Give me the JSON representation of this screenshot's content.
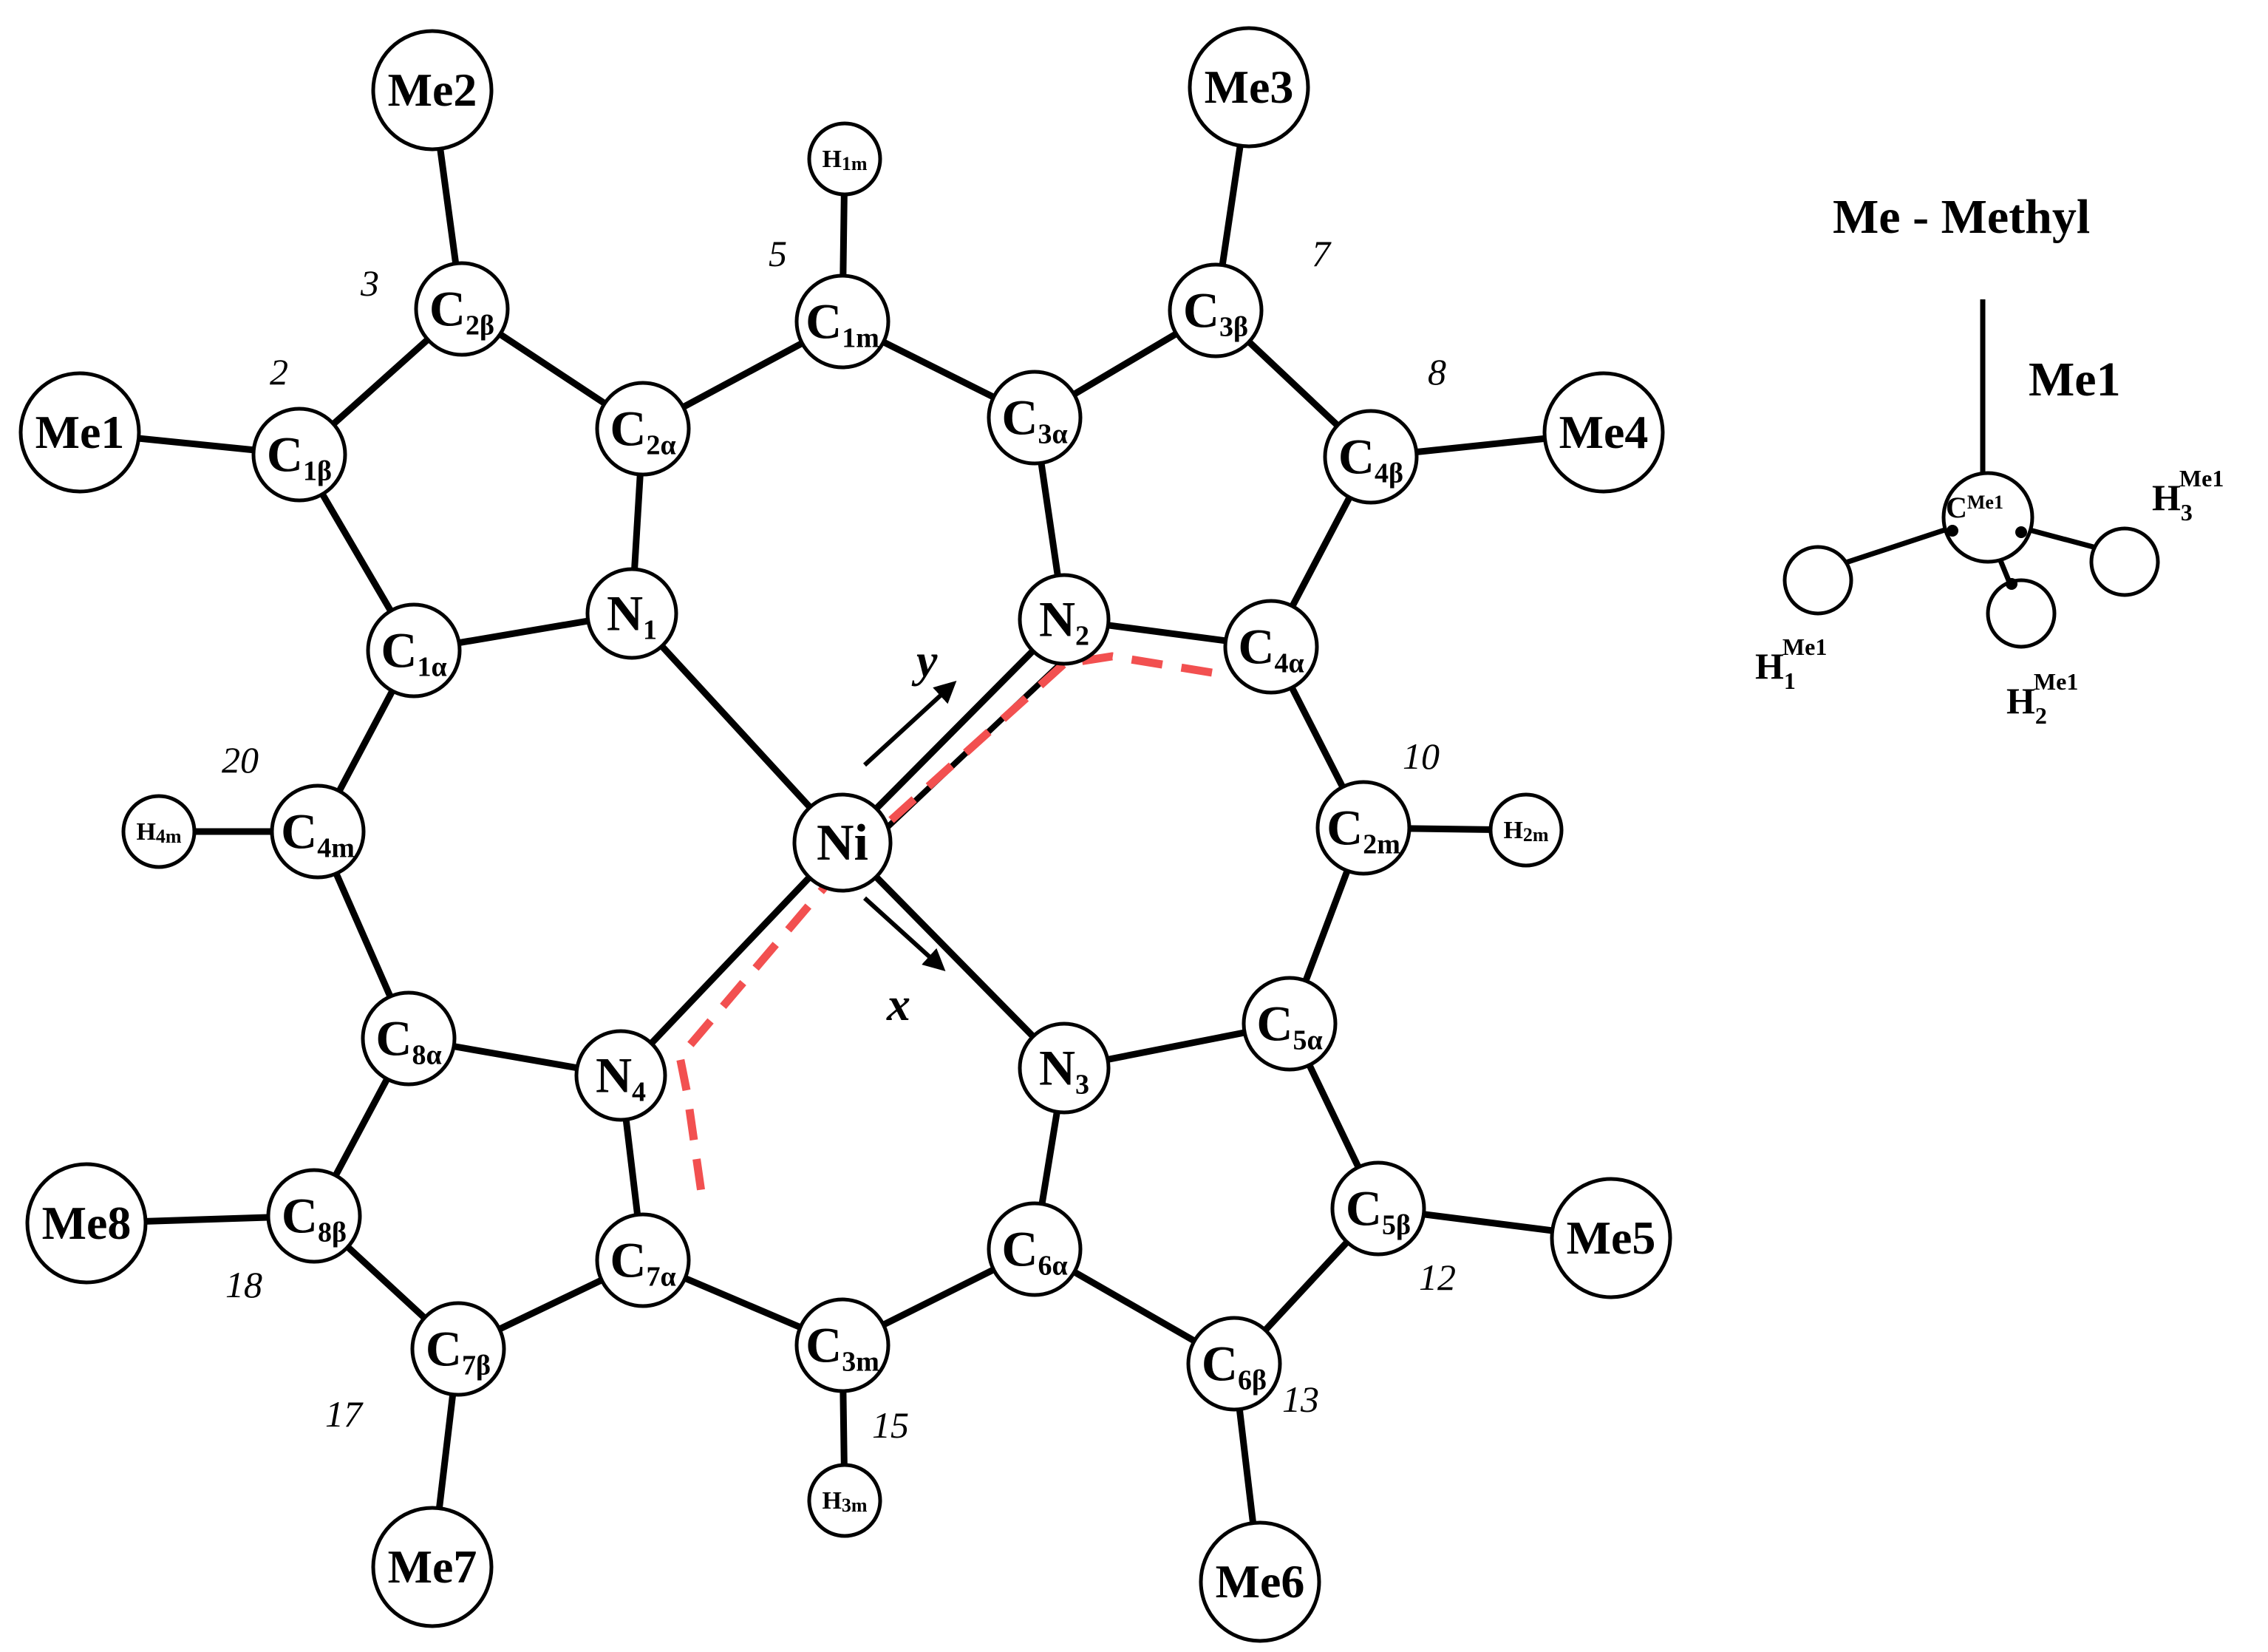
{
  "atoms": [
    {
      "id": "Ni",
      "label": "Ni",
      "sub": ""
    },
    {
      "id": "N1",
      "label": "N",
      "sub": "1"
    },
    {
      "id": "N2",
      "label": "N",
      "sub": "2"
    },
    {
      "id": "N3",
      "label": "N",
      "sub": "3"
    },
    {
      "id": "N4",
      "label": "N",
      "sub": "4"
    },
    {
      "id": "C1a",
      "label": "C",
      "sub": "1α"
    },
    {
      "id": "C2a",
      "label": "C",
      "sub": "2α"
    },
    {
      "id": "C3a",
      "label": "C",
      "sub": "3α"
    },
    {
      "id": "C4a",
      "label": "C",
      "sub": "4α"
    },
    {
      "id": "C5a",
      "label": "C",
      "sub": "5α"
    },
    {
      "id": "C6a",
      "label": "C",
      "sub": "6α"
    },
    {
      "id": "C7a",
      "label": "C",
      "sub": "7α"
    },
    {
      "id": "C8a",
      "label": "C",
      "sub": "8α"
    },
    {
      "id": "C1b",
      "label": "C",
      "sub": "1β"
    },
    {
      "id": "C2b",
      "label": "C",
      "sub": "2β"
    },
    {
      "id": "C3b",
      "label": "C",
      "sub": "3β"
    },
    {
      "id": "C4b",
      "label": "C",
      "sub": "4β"
    },
    {
      "id": "C5b",
      "label": "C",
      "sub": "5β"
    },
    {
      "id": "C6b",
      "label": "C",
      "sub": "6β"
    },
    {
      "id": "C7b",
      "label": "C",
      "sub": "7β"
    },
    {
      "id": "C8b",
      "label": "C",
      "sub": "8β"
    },
    {
      "id": "C1m",
      "label": "C",
      "sub": "1m"
    },
    {
      "id": "C2m",
      "label": "C",
      "sub": "2m"
    },
    {
      "id": "C3m",
      "label": "C",
      "sub": "3m"
    },
    {
      "id": "C4m",
      "label": "C",
      "sub": "4m"
    },
    {
      "id": "H1m",
      "label": "H",
      "sub": "1m"
    },
    {
      "id": "H2m",
      "label": "H",
      "sub": "2m"
    },
    {
      "id": "H3m",
      "label": "H",
      "sub": "3m"
    },
    {
      "id": "H4m",
      "label": "H",
      "sub": "4m"
    },
    {
      "id": "Me1",
      "label": "Me1",
      "sub": ""
    },
    {
      "id": "Me2",
      "label": "Me2",
      "sub": ""
    },
    {
      "id": "Me3",
      "label": "Me3",
      "sub": ""
    },
    {
      "id": "Me4",
      "label": "Me4",
      "sub": ""
    },
    {
      "id": "Me5",
      "label": "Me5",
      "sub": ""
    },
    {
      "id": "Me6",
      "label": "Me6",
      "sub": ""
    },
    {
      "id": "Me7",
      "label": "Me7",
      "sub": ""
    },
    {
      "id": "Me8",
      "label": "Me8",
      "sub": ""
    }
  ],
  "bonds": [
    [
      "Ni",
      "N1"
    ],
    [
      "Ni",
      "N2"
    ],
    [
      "Ni",
      "N3"
    ],
    [
      "Ni",
      "N4"
    ],
    [
      "N1",
      "C1a"
    ],
    [
      "N1",
      "C2a"
    ],
    [
      "N2",
      "C3a"
    ],
    [
      "N2",
      "C4a"
    ],
    [
      "N3",
      "C5a"
    ],
    [
      "N3",
      "C6a"
    ],
    [
      "N4",
      "C7a"
    ],
    [
      "N4",
      "C8a"
    ],
    [
      "C1a",
      "C1b"
    ],
    [
      "C1b",
      "C2b"
    ],
    [
      "C2b",
      "C2a"
    ],
    [
      "C3a",
      "C3b"
    ],
    [
      "C3b",
      "C4b"
    ],
    [
      "C4b",
      "C4a"
    ],
    [
      "C5a",
      "C5b"
    ],
    [
      "C5b",
      "C6b"
    ],
    [
      "C6b",
      "C6a"
    ],
    [
      "C7a",
      "C7b"
    ],
    [
      "C7b",
      "C8b"
    ],
    [
      "C8b",
      "C8a"
    ],
    [
      "C2a",
      "C1m"
    ],
    [
      "C1m",
      "C3a"
    ],
    [
      "C4a",
      "C2m"
    ],
    [
      "C2m",
      "C5a"
    ],
    [
      "C6a",
      "C3m"
    ],
    [
      "C3m",
      "C7a"
    ],
    [
      "C8a",
      "C4m"
    ],
    [
      "C4m",
      "C1a"
    ],
    [
      "C1m",
      "H1m"
    ],
    [
      "C2m",
      "H2m"
    ],
    [
      "C3m",
      "H3m"
    ],
    [
      "C4m",
      "H4m"
    ],
    [
      "C1b",
      "Me1"
    ],
    [
      "C2b",
      "Me2"
    ],
    [
      "C3b",
      "Me3"
    ],
    [
      "C4b",
      "Me4"
    ],
    [
      "C5b",
      "Me5"
    ],
    [
      "C6b",
      "Me6"
    ],
    [
      "C7b",
      "Me7"
    ],
    [
      "C8b",
      "Me8"
    ]
  ],
  "position_numbers": [
    "2",
    "3",
    "5",
    "7",
    "8",
    "10",
    "12",
    "13",
    "15",
    "17",
    "18",
    "20"
  ],
  "axes": {
    "x": "x",
    "y": "y"
  },
  "legend": {
    "title": "Me - Methyl",
    "group_label": "Me1",
    "center": {
      "label": "C",
      "sup": "Me1"
    },
    "hydrogens": [
      {
        "label": "H",
        "sub": "1",
        "sup": "Me1"
      },
      {
        "label": "H",
        "sub": "2",
        "sup": "Me1"
      },
      {
        "label": "H",
        "sub": "3",
        "sup": "Me1"
      }
    ]
  },
  "colors": {
    "bond": "#000000",
    "atom_fill": "#ffffff",
    "path_highlight": "#f25050"
  }
}
